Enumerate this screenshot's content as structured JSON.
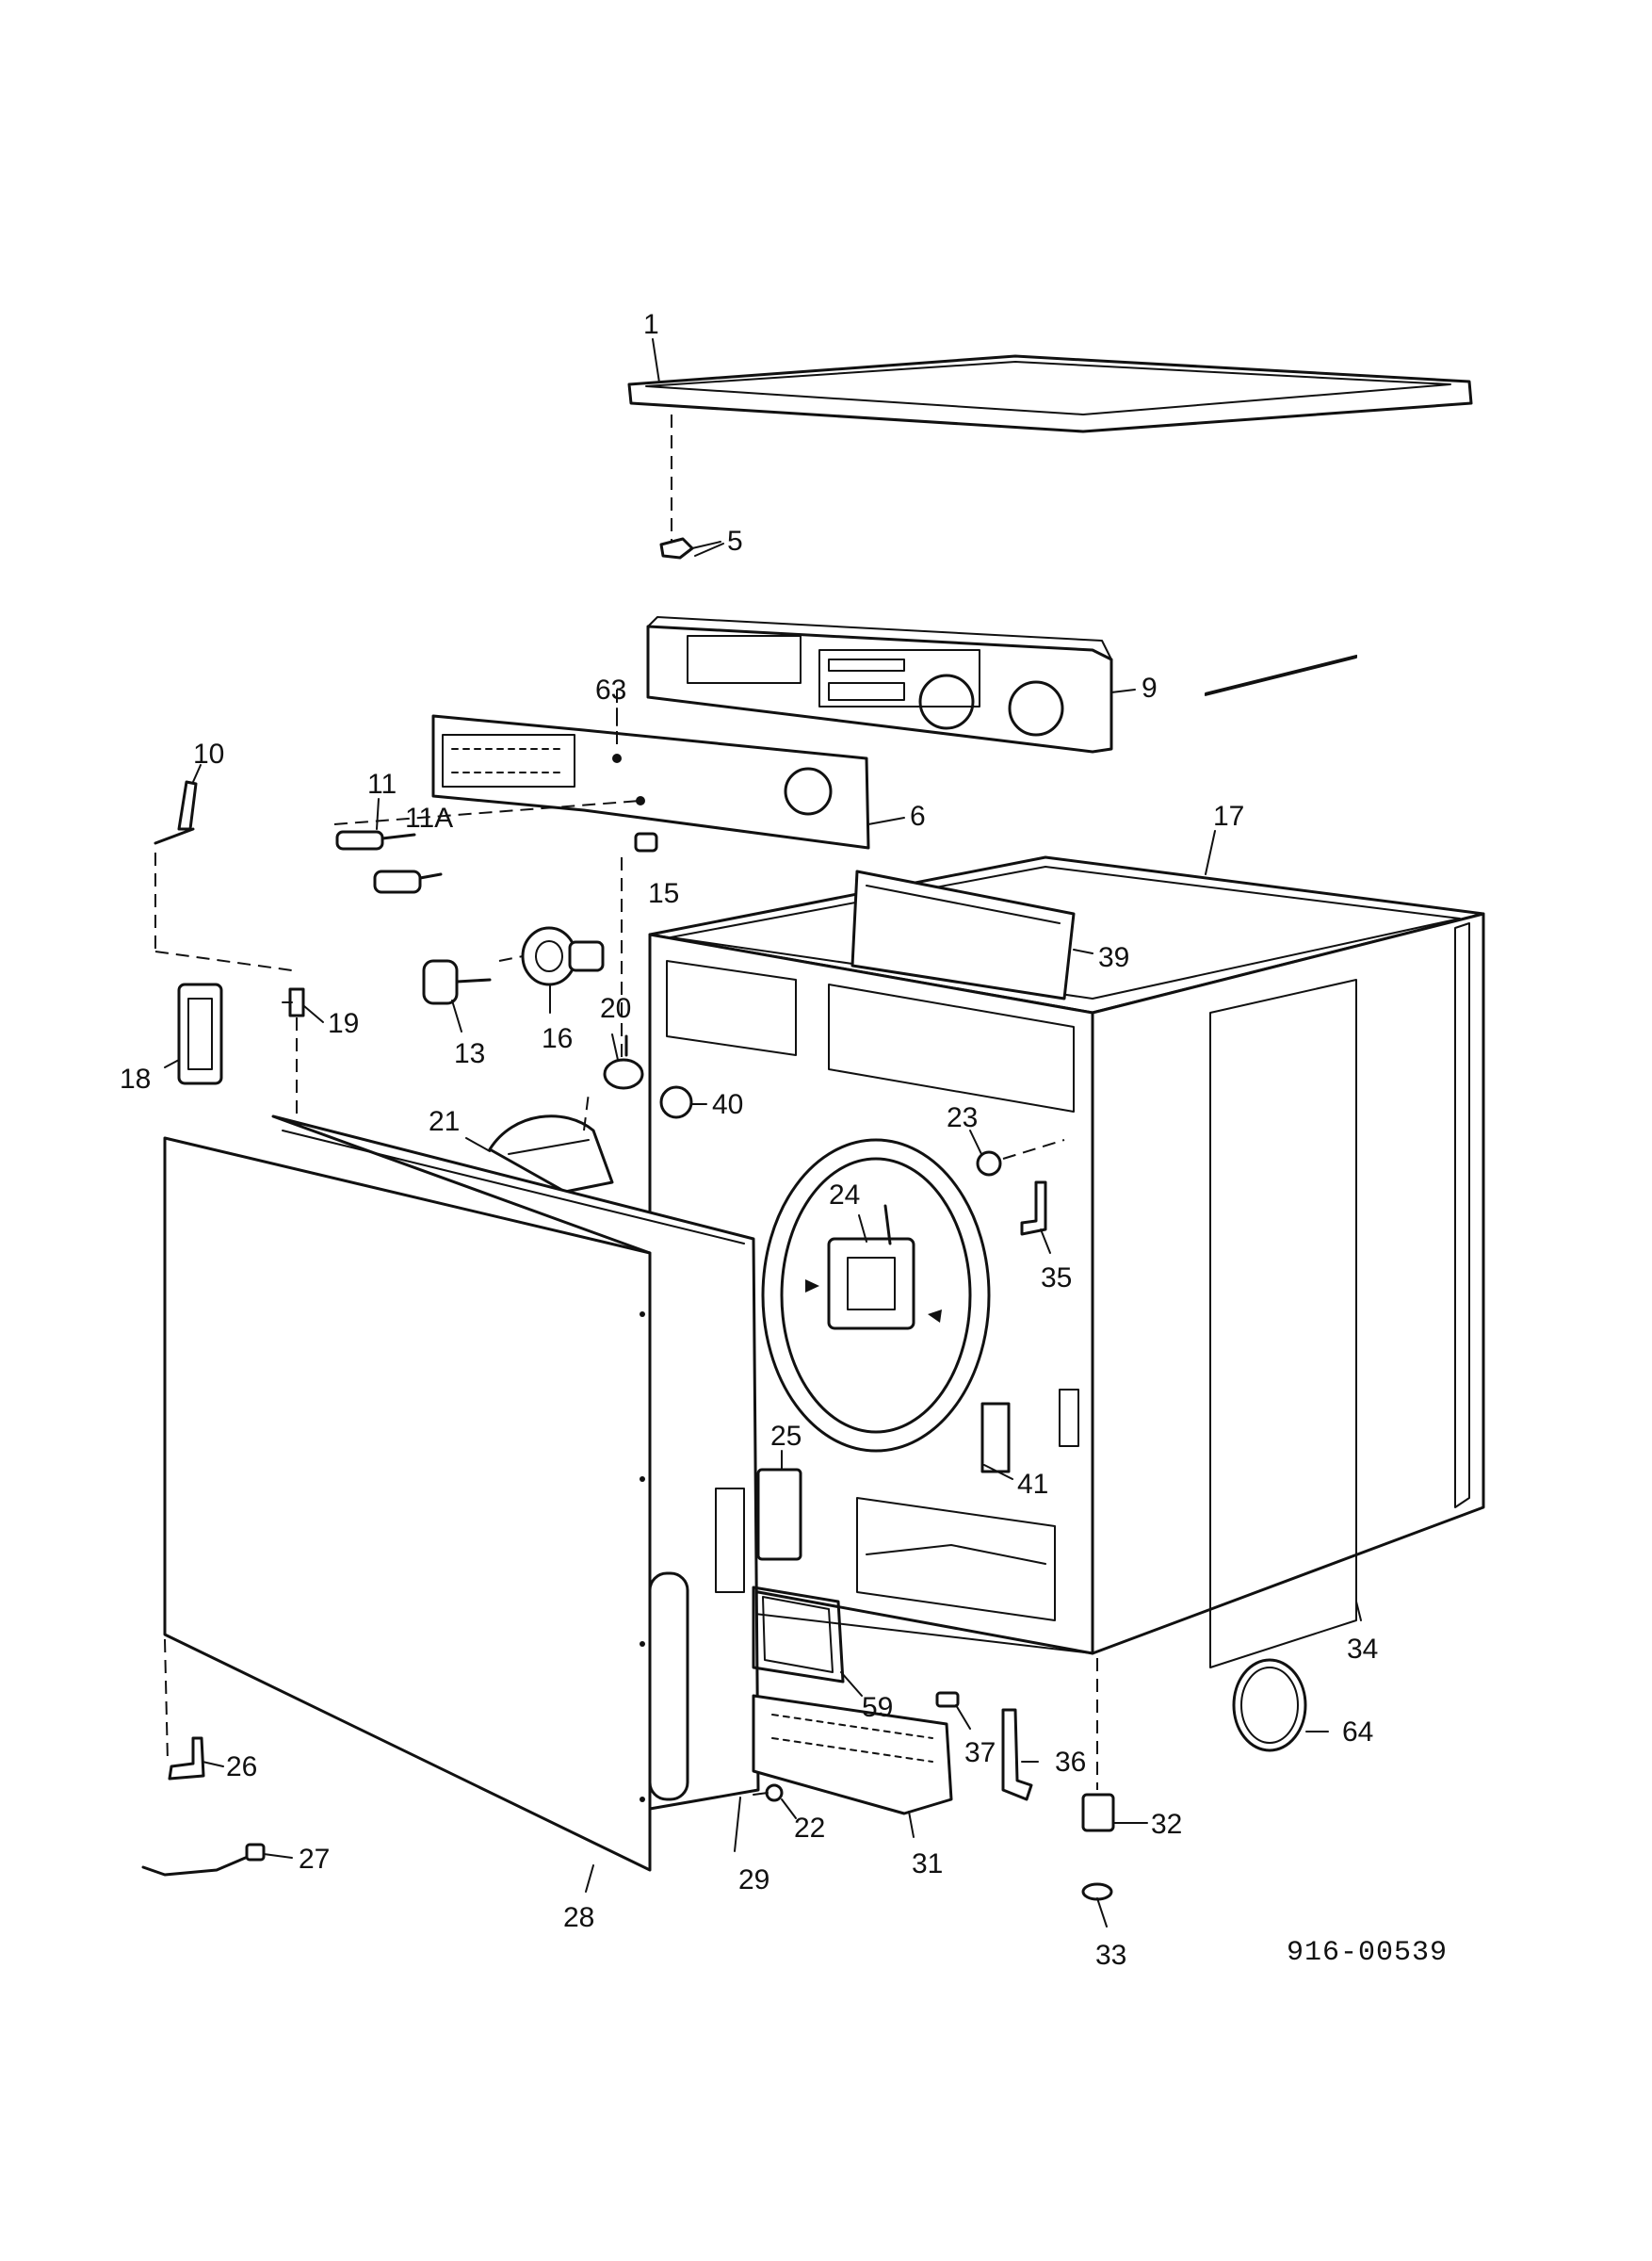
{
  "diagram": {
    "drawing_number": "916-00539",
    "callouts": [
      {
        "id": "1"
      },
      {
        "id": "5"
      },
      {
        "id": "9"
      },
      {
        "id": "63"
      },
      {
        "id": "6"
      },
      {
        "id": "10"
      },
      {
        "id": "11"
      },
      {
        "id": "11A"
      },
      {
        "id": "15"
      },
      {
        "id": "17"
      },
      {
        "id": "39"
      },
      {
        "id": "13"
      },
      {
        "id": "16"
      },
      {
        "id": "19"
      },
      {
        "id": "18"
      },
      {
        "id": "20"
      },
      {
        "id": "40"
      },
      {
        "id": "21"
      },
      {
        "id": "23"
      },
      {
        "id": "24"
      },
      {
        "id": "35"
      },
      {
        "id": "41"
      },
      {
        "id": "25"
      },
      {
        "id": "34"
      },
      {
        "id": "59"
      },
      {
        "id": "37"
      },
      {
        "id": "36"
      },
      {
        "id": "64"
      },
      {
        "id": "26"
      },
      {
        "id": "22"
      },
      {
        "id": "32"
      },
      {
        "id": "27"
      },
      {
        "id": "28"
      },
      {
        "id": "29"
      },
      {
        "id": "31"
      },
      {
        "id": "33"
      }
    ]
  }
}
